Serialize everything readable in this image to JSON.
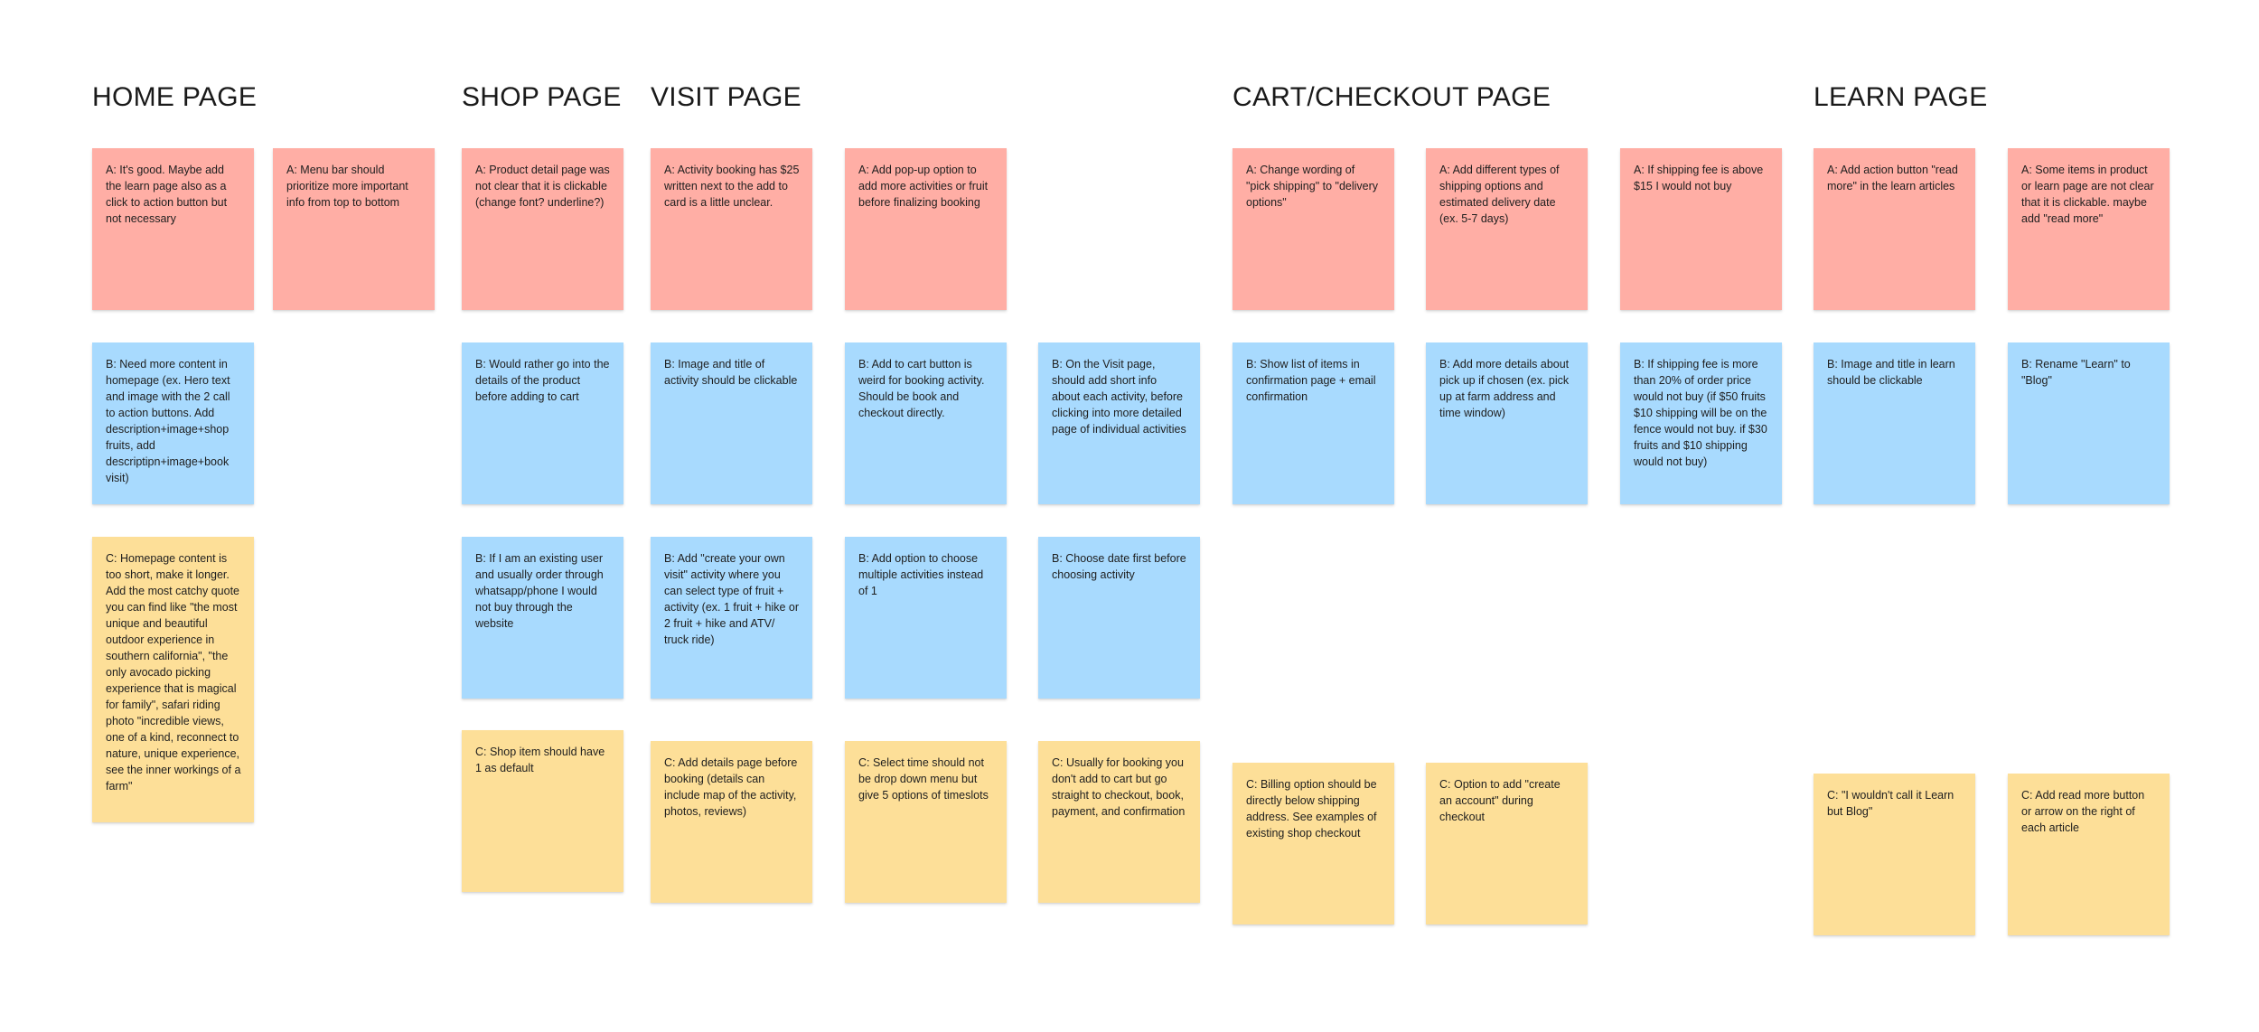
{
  "board": {
    "colors": {
      "red": "#ffaea5",
      "blue": "#a8dafe",
      "yellow": "#fddf98"
    },
    "headings": {
      "home": "HOME PAGE",
      "shop": "SHOP PAGE",
      "visit": "VISIT PAGE",
      "cart": "CART/CHECKOUT PAGE",
      "learn": "LEARN PAGE"
    },
    "notes": {
      "home_a1": "A: It's good. Maybe add the learn page also as a click to action button but not necessary",
      "home_a2": "A: Menu bar should prioritize more important info from top to bottom",
      "home_b1": "B: Need more content in homepage (ex. Hero text and image with the 2 call to action buttons. Add description+image+shop fruits, add descriptipn+image+book visit)",
      "home_c1": "C: Homepage content is too short, make it longer. Add the most catchy quote you can find like \"the most unique and beautiful outdoor experience in southern california\", \"the only avocado picking experience that is magical for family\", safari riding photo \"incredible views, one of a kind, reconnect to nature, unique experience, see the inner workings of a farm\"",
      "shop_a1": "A: Product detail page was not clear that it is clickable (change font? underline?)",
      "shop_b1": "B: Would rather go into the details of the product before adding to cart",
      "shop_b2": "B: If I am an existing user and usually order through whatsapp/phone I would not buy through the website",
      "shop_c1": "C: Shop item should have 1 as default",
      "visit_a1": "A: Activity booking has $25 written next to the add to card is a little unclear.",
      "visit_a2": "A: Add pop-up option to add more activities or fruit before finalizing booking",
      "visit_b1": "B: Image and title of activity should be clickable",
      "visit_b2": "B: Add to cart button is weird for booking activity. Should be book and checkout directly.",
      "visit_b3": "B: On the Visit page, should add short info about each activity, before clicking into more detailed page of individual activities",
      "visit_b4": "B: Add \"create your own visit\" activity where you can select type of fruit + activity (ex. 1 fruit + hike or 2 fruit + hike and ATV/ truck ride)",
      "visit_b5": "B: Add option to choose multiple activities instead of 1",
      "visit_b6": "B: Choose date first before choosing activity",
      "visit_c1": "C: Add details page before booking (details can include map of the activity, photos, reviews)",
      "visit_c2": "C: Select time should not be drop down menu but give 5 options of timeslots",
      "visit_c3": "C: Usually for booking you don't add to cart but go straight to checkout, book, payment, and confirmation",
      "cart_a1": "A: Change wording of \"pick shipping\" to \"delivery options\"",
      "cart_a2": "A: Add different types of shipping options and estimated delivery date (ex. 5-7 days)",
      "cart_a3": "A: If shipping fee is above $15 I would not buy",
      "cart_b1": "B: Show list of items in confirmation page + email confirmation",
      "cart_b2": "B: Add more details about pick up if chosen (ex. pick up at farm address and time window)",
      "cart_b3": "B: If shipping fee is more than 20% of order price would not buy (if $50 fruits $10 shipping will be on the fence would not buy. if $30 fruits and $10 shipping would not buy)",
      "cart_c1": "C: Billing option should be directly below shipping address. See examples of existing shop checkout",
      "cart_c2": "C: Option to add \"create an account\" during checkout",
      "learn_a1": "A: Add action button \"read more\" in the learn articles",
      "learn_a2": "A: Some items in product or learn page are not clear that it is clickable. maybe add \"read more\"",
      "learn_b1": "B: Image and title in learn should be clickable",
      "learn_b2": "B: Rename \"Learn\" to \"Blog\"",
      "learn_c1": "C: \"I wouldn't call it Learn but Blog\"",
      "learn_c2": "C: Add read more button or arrow on the right of each article"
    }
  }
}
